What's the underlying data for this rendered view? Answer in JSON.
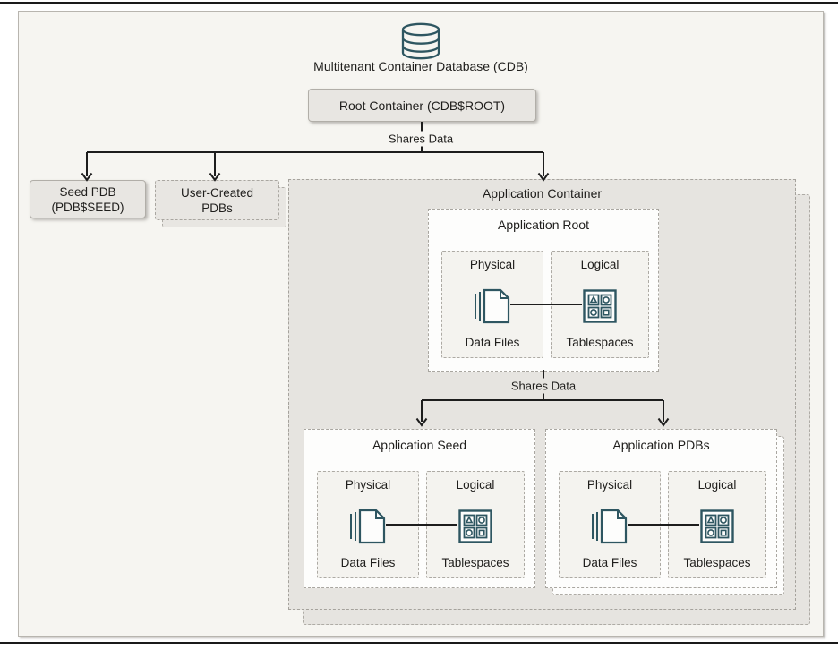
{
  "colors": {
    "panel_bg": "#f6f5f1",
    "node_bg": "#e8e6e2",
    "container_bg": "#e6e4e0",
    "white_box_bg": "#fdfdfc",
    "subbox_bg": "#f4f3ef",
    "solid_border": "#b1aea8",
    "dashed_border": "#a9a6a0",
    "icon_stroke": "#2e5661",
    "connector_line": "#1d1d1d",
    "text": "#1f1e1c"
  },
  "header": {
    "database_icon": "database-cylinder-icon",
    "cdb_label": "Multitenant Container Database (CDB)",
    "root_container_label": "Root Container (CDB$ROOT)"
  },
  "connectors": {
    "shares_data_top": "Shares Data",
    "shares_data_app": "Shares Data"
  },
  "nodes": {
    "seed_pdb_line1": "Seed PDB",
    "seed_pdb_line2": "(PDB$SEED)",
    "user_pdbs_line1": "User-Created",
    "user_pdbs_line2": "PDBs",
    "application_container_title": "Application Container",
    "application_root_title": "Application Root",
    "application_seed_title": "Application Seed",
    "application_pdbs_title": "Application PDBs"
  },
  "storage": {
    "physical_title": "Physical",
    "logical_title": "Logical",
    "data_files_label": "Data Files",
    "tablespaces_label": "Tablespaces",
    "data_files_icon": "data-files-icon",
    "tablespaces_icon": "tablespaces-icon"
  }
}
